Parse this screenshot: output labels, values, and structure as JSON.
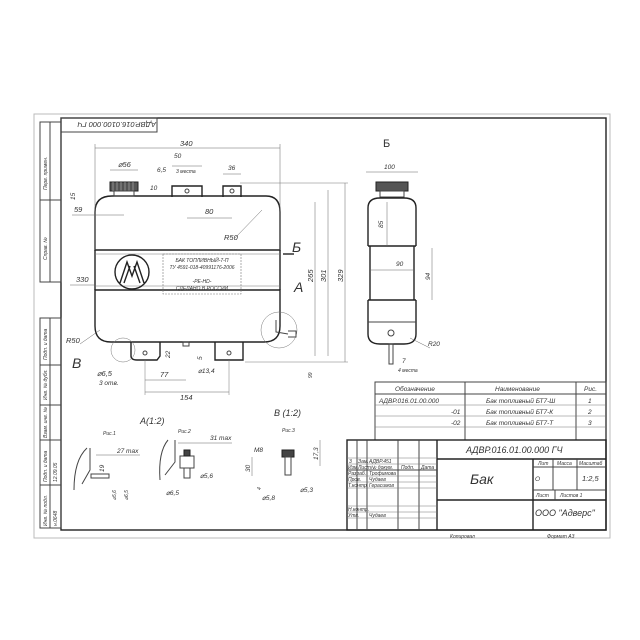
{
  "stamp_code": "АДВР.016.0100.000 ГЧ",
  "margin": {
    "labels": [
      "Перв. примен.",
      "Справ. №",
      "Подп. и дата",
      "Инв. № дубл.",
      "Взам. инв. №",
      "Подп. и дата",
      "Инв. № подл."
    ],
    "values": [
      "12.09.05",
      "н.0648"
    ]
  },
  "main_view": {
    "dims": {
      "width": "340",
      "filler": "⌀56",
      "boss": "50",
      "boss_note": "3 места",
      "d65": "6,5",
      "d36": "36",
      "d10": "10",
      "d15": "15",
      "d59": "59",
      "d80": "80",
      "r50_top": "R50",
      "r50_bottom": "R50",
      "d330": "330",
      "d265": "265",
      "d301": "301",
      "d329": "329",
      "d22": "22",
      "d5": "5",
      "d13_4": "⌀13,4",
      "d77": "77",
      "d154": "154",
      "d99": "99",
      "hole": "⌀6,5",
      "hole_note": "3 отв."
    },
    "label_lines": [
      "БАК ТОПЛИВНЫЙ-7-П",
      "ТУ 4591-018-40991176-2006",
      "-РЕ-HD-",
      "СДЕЛАНО В РОССИИ"
    ],
    "callouts": {
      "A": "А",
      "B": "В",
      "Б": "Б"
    }
  },
  "side_view": {
    "title": "Б",
    "dims": {
      "w100": "100",
      "h85": "85",
      "w90": "90",
      "h94": "94",
      "r20": "R20",
      "d7": "7",
      "note": "4 места"
    }
  },
  "detail_a": {
    "title": "А(1:2)",
    "fig1": {
      "title": "Рис.1",
      "d27": "27 max",
      "d19": "19",
      "d56": "⌀5,6",
      "d65": "⌀6,5"
    },
    "fig2": {
      "title": "Рис.2",
      "d31": "31 max",
      "d56": "⌀5,6",
      "d65": "⌀6,5"
    }
  },
  "detail_b": {
    "title": "В (1:2)",
    "fig3": {
      "title": "Рис.3",
      "m8": "М8",
      "d30": "30",
      "d4": "4",
      "d58": "⌀5,8",
      "d173": "17,3",
      "d53": "⌀5,3"
    }
  },
  "spec_table": {
    "headers": [
      "Обозначение",
      "Наименование",
      "Рис."
    ],
    "rows": [
      [
        "АДВР.016.01.00.000",
        "Бак топливный БТ7-Ш",
        "1"
      ],
      [
        "-01",
        "Бак топливный БТ7-К",
        "2"
      ],
      [
        "-02",
        "Бак топливный БТ7-Т",
        "3"
      ]
    ]
  },
  "title_block": {
    "code": "АДВР.016.01.00.000 ГЧ",
    "name": "Бак",
    "lit": "Лит",
    "mass": "Масса",
    "scale_label": "Масштаб",
    "scale": "1:2,5",
    "lit_value": "О",
    "sheet": "Лист",
    "sheets": "Листов 1",
    "org": "ООО \"Адверс\"",
    "change_row": [
      "3",
      "Зам.",
      "АДВР.451"
    ],
    "header_row": [
      "Изм",
      "Лист",
      "№ докум.",
      "Подп.",
      "Дата"
    ],
    "roles": [
      "Разраб.",
      "Пров.",
      "Т.контр.",
      "Н.контр.",
      "Утв."
    ],
    "names": [
      "Трофимова",
      "Чудаев",
      "Герасимов",
      "Чудаев"
    ],
    "copied": "Копировал",
    "format": "Формат A3"
  }
}
